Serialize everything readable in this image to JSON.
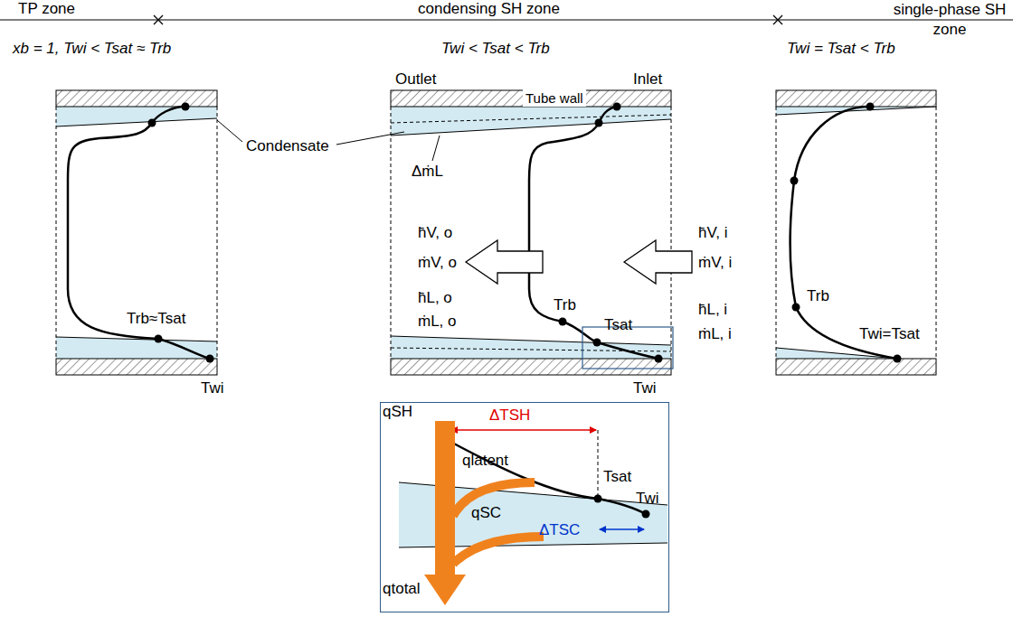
{
  "diagram": {
    "nodes": [
      {
        "text": [
          "qSH",
          "qlatent",
          "qSC",
          "qtotal",
          "ΔTSH",
          "ΔTSC",
          "Tsat",
          "Twi"
        ]
      }
    ],
    "labels": [
      "TP zone",
      "condensing SH zone",
      "single-phase SH zone",
      "xb = 1, Twi < Tsat ≈ Trb",
      "Twi < Tsat < Trb",
      "Twi = Tsat < Trb",
      "Outlet",
      "Inlet",
      "Tube wall",
      "Condensate",
      "ΔṁL",
      "h̄V, o",
      "ṁV, o",
      "h̄V, i",
      "ṁV, i",
      "h̄L, o",
      "ṁL, o",
      "h̄L, i",
      "ṁL, i",
      "Trb≈Tsat",
      "Twi",
      "Trb",
      "Tsat",
      "Twi",
      "Trb",
      "Twi=Tsat"
    ]
  }
}
